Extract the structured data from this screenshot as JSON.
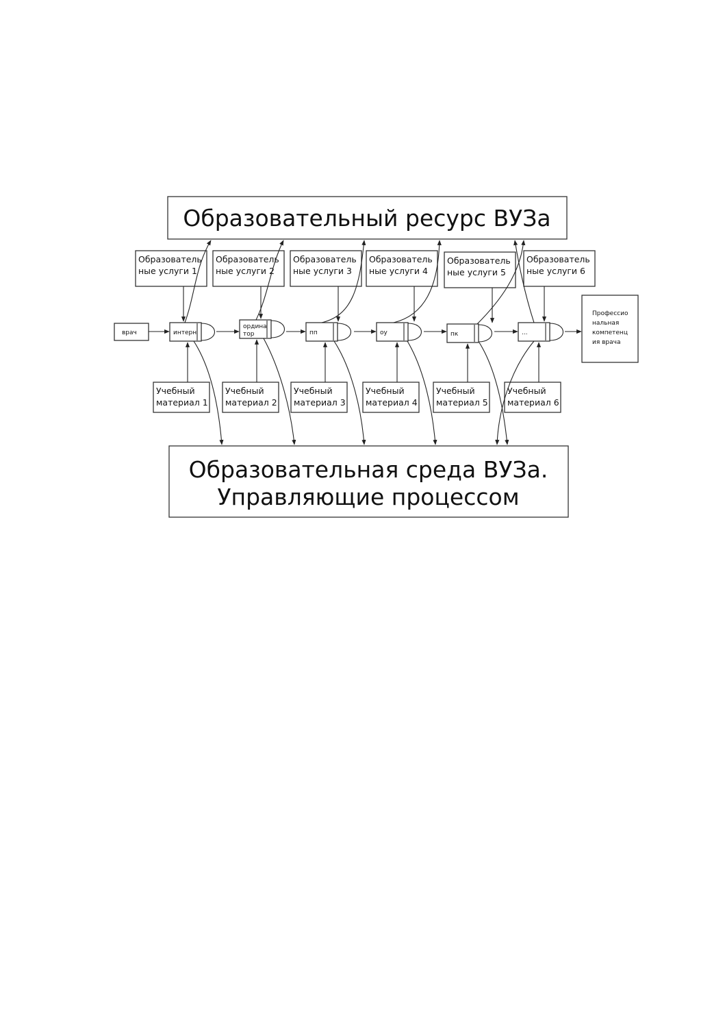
{
  "resource": {
    "label": "Образовательный ресурс ВУЗа"
  },
  "environment": {
    "line1": "Образовательная среда ВУЗа.",
    "line2": "Управляющие процессом"
  },
  "start": {
    "label": "врач"
  },
  "result": {
    "lines": [
      "Профессио",
      "нальная",
      "компетенц",
      "ия врача"
    ]
  },
  "stages": [
    {
      "id": "internship",
      "lines": [
        "интерн"
      ]
    },
    {
      "id": "residency",
      "lines": [
        "ордина",
        "тор"
      ]
    },
    {
      "id": "pp",
      "lines": [
        "пп"
      ]
    },
    {
      "id": "ou",
      "lines": [
        "оу"
      ]
    },
    {
      "id": "pk",
      "lines": [
        "пк"
      ]
    },
    {
      "id": "more",
      "lines": [
        "..."
      ]
    }
  ],
  "services": [
    {
      "line1": "Образователь",
      "line2": "ные услуги 1"
    },
    {
      "line1": "Образователь",
      "line2": "ные услуги 2"
    },
    {
      "line1": "Образователь",
      "line2": "ные услуги 3"
    },
    {
      "line1": "Образователь",
      "line2": "ные услуги 4"
    },
    {
      "line1": "Образователь",
      "line2": "ные услуги 5"
    },
    {
      "line1": "Образователь",
      "line2": "ные услуги 6"
    }
  ],
  "materials": [
    {
      "line1": "Учебный",
      "line2": "материал 1"
    },
    {
      "line1": "Учебный",
      "line2": "материал 2"
    },
    {
      "line1": "Учебный",
      "line2": "материал 3"
    },
    {
      "line1": "Учебный",
      "line2": "материал 4"
    },
    {
      "line1": "Учебный",
      "line2": "материал 5"
    },
    {
      "line1": "Учебный",
      "line2": "материал 6"
    }
  ]
}
